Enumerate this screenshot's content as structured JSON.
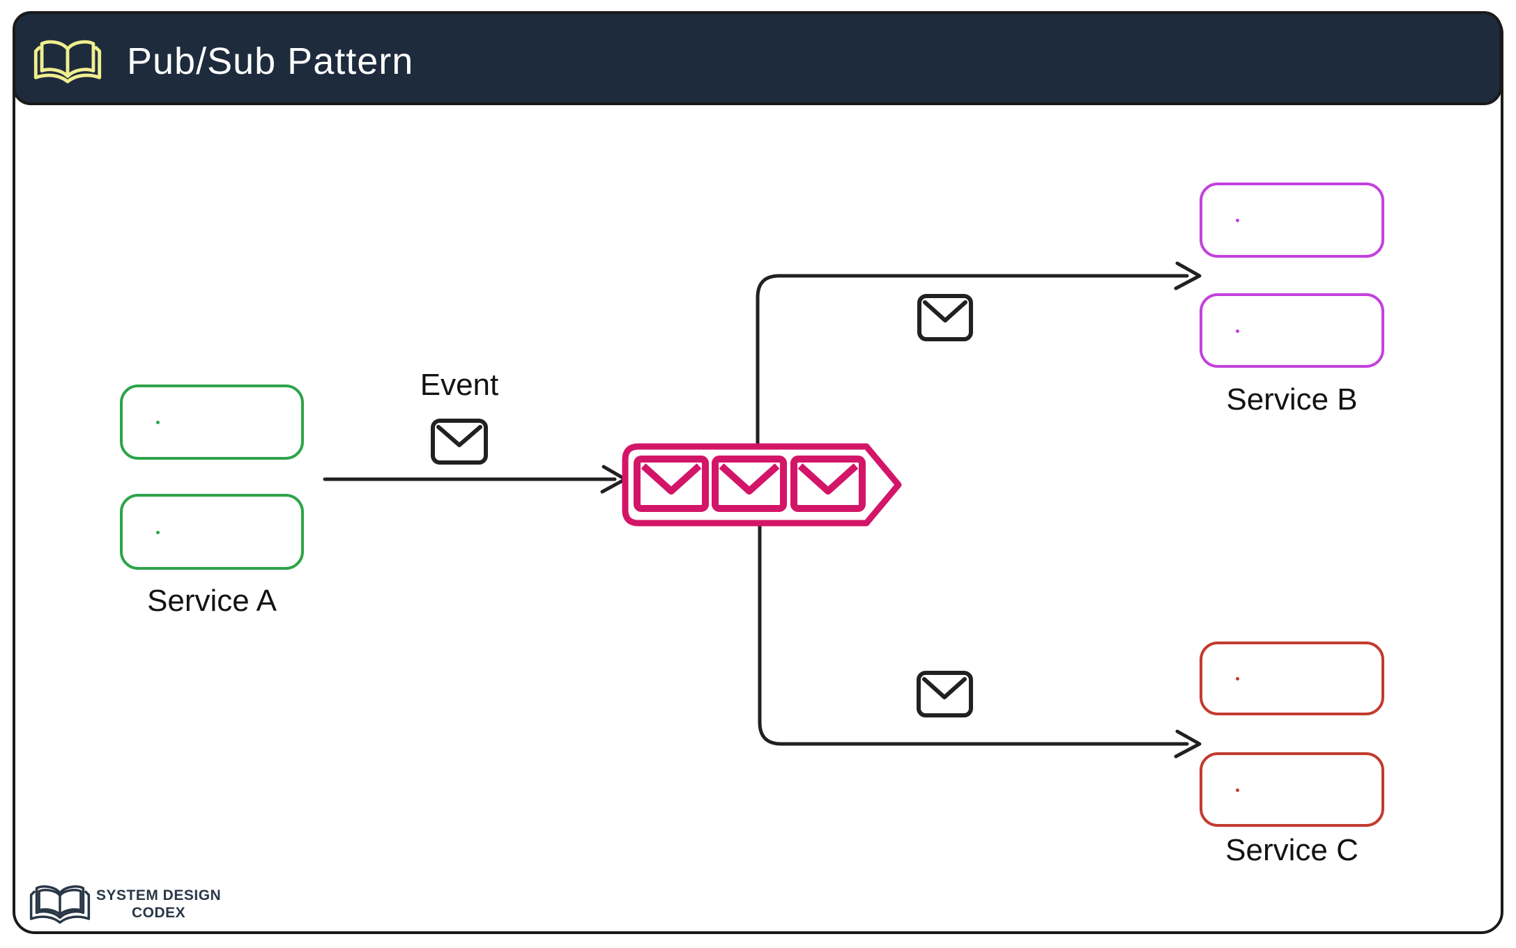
{
  "header": {
    "title": "Pub/Sub Pattern",
    "icon": "open-book-icon"
  },
  "diagram": {
    "publisher": {
      "label": "Service A",
      "instances": 2,
      "box_color": "#2da44a"
    },
    "event": {
      "label": "Event",
      "icon": "envelope-icon"
    },
    "queue": {
      "icon": "message-queue-icon",
      "message_count": 3,
      "color": "#d31568"
    },
    "subscribers": [
      {
        "label": "Service B",
        "instances": 2,
        "box_color": "#c341dd",
        "delivery_icon": "envelope-icon"
      },
      {
        "label": "Service C",
        "instances": 2,
        "box_color": "#c23b2e",
        "delivery_icon": "envelope-icon"
      }
    ]
  },
  "footer": {
    "brand_line1": "SYSTEM DESIGN",
    "brand_line2": "CODEX",
    "logo": "open-book-icon"
  },
  "colors": {
    "header_bg": "#1e2b3c",
    "frame_border": "#1a1a1a",
    "line": "#212121",
    "service_a_green": "#2da44a",
    "service_b_purple": "#c341dd",
    "service_c_red": "#c23b2e",
    "queue_pink": "#d31568",
    "book_yellow": "#f0ee8e",
    "logo_navy": "#2a3747",
    "title_text": "#ffffff"
  }
}
